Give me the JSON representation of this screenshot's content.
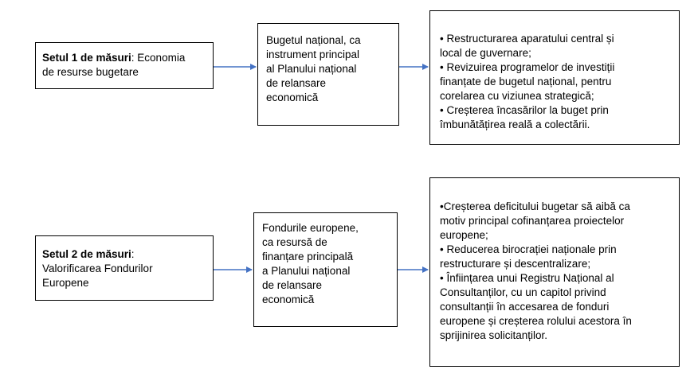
{
  "row1": {
    "set_box": {
      "bold": "Setul 1 de măsuri",
      "rest": ": Economia\nde resurse bugetare"
    },
    "middle_box": "Bugetul național, ca\ninstrument principal\nal Planului național\nde relansare\neconomică",
    "measures": [
      "• Restructurarea aparatului central și\nlocal de guvernare;",
      "• Revizuirea programelor de investiții\nfinanțate de bugetul național, pentru\ncorelarea cu viziunea strategică;",
      "• Creșterea încasărilor la buget prin\nîmbunătățirea reală a colectării."
    ]
  },
  "row2": {
    "set_box": {
      "bold": "Setul 2 de măsuri",
      "rest": ":\nValorificarea Fondurilor\nEuropene"
    },
    "middle_box": "Fondurile europene,\nca resursă de\nfinanțare principală\na Planului național\nde relansare\neconomică",
    "measures": [
      "•Creșterea deficitului bugetar să aibă ca\nmotiv principal cofinanțarea proiectelor\neuropene;",
      "• Reducerea birocrației naționale prin\nrestructurare și descentralizare;",
      "• Înființarea unui Registru Național al\nConsultanților, cu un capitol privind\nconsultanții în accesarea de fonduri\neuropene și creșterea rolului acestora în\nsprijinirea solicitanților."
    ]
  },
  "colors": {
    "arrow": "#4472C4",
    "border": "#000000"
  }
}
